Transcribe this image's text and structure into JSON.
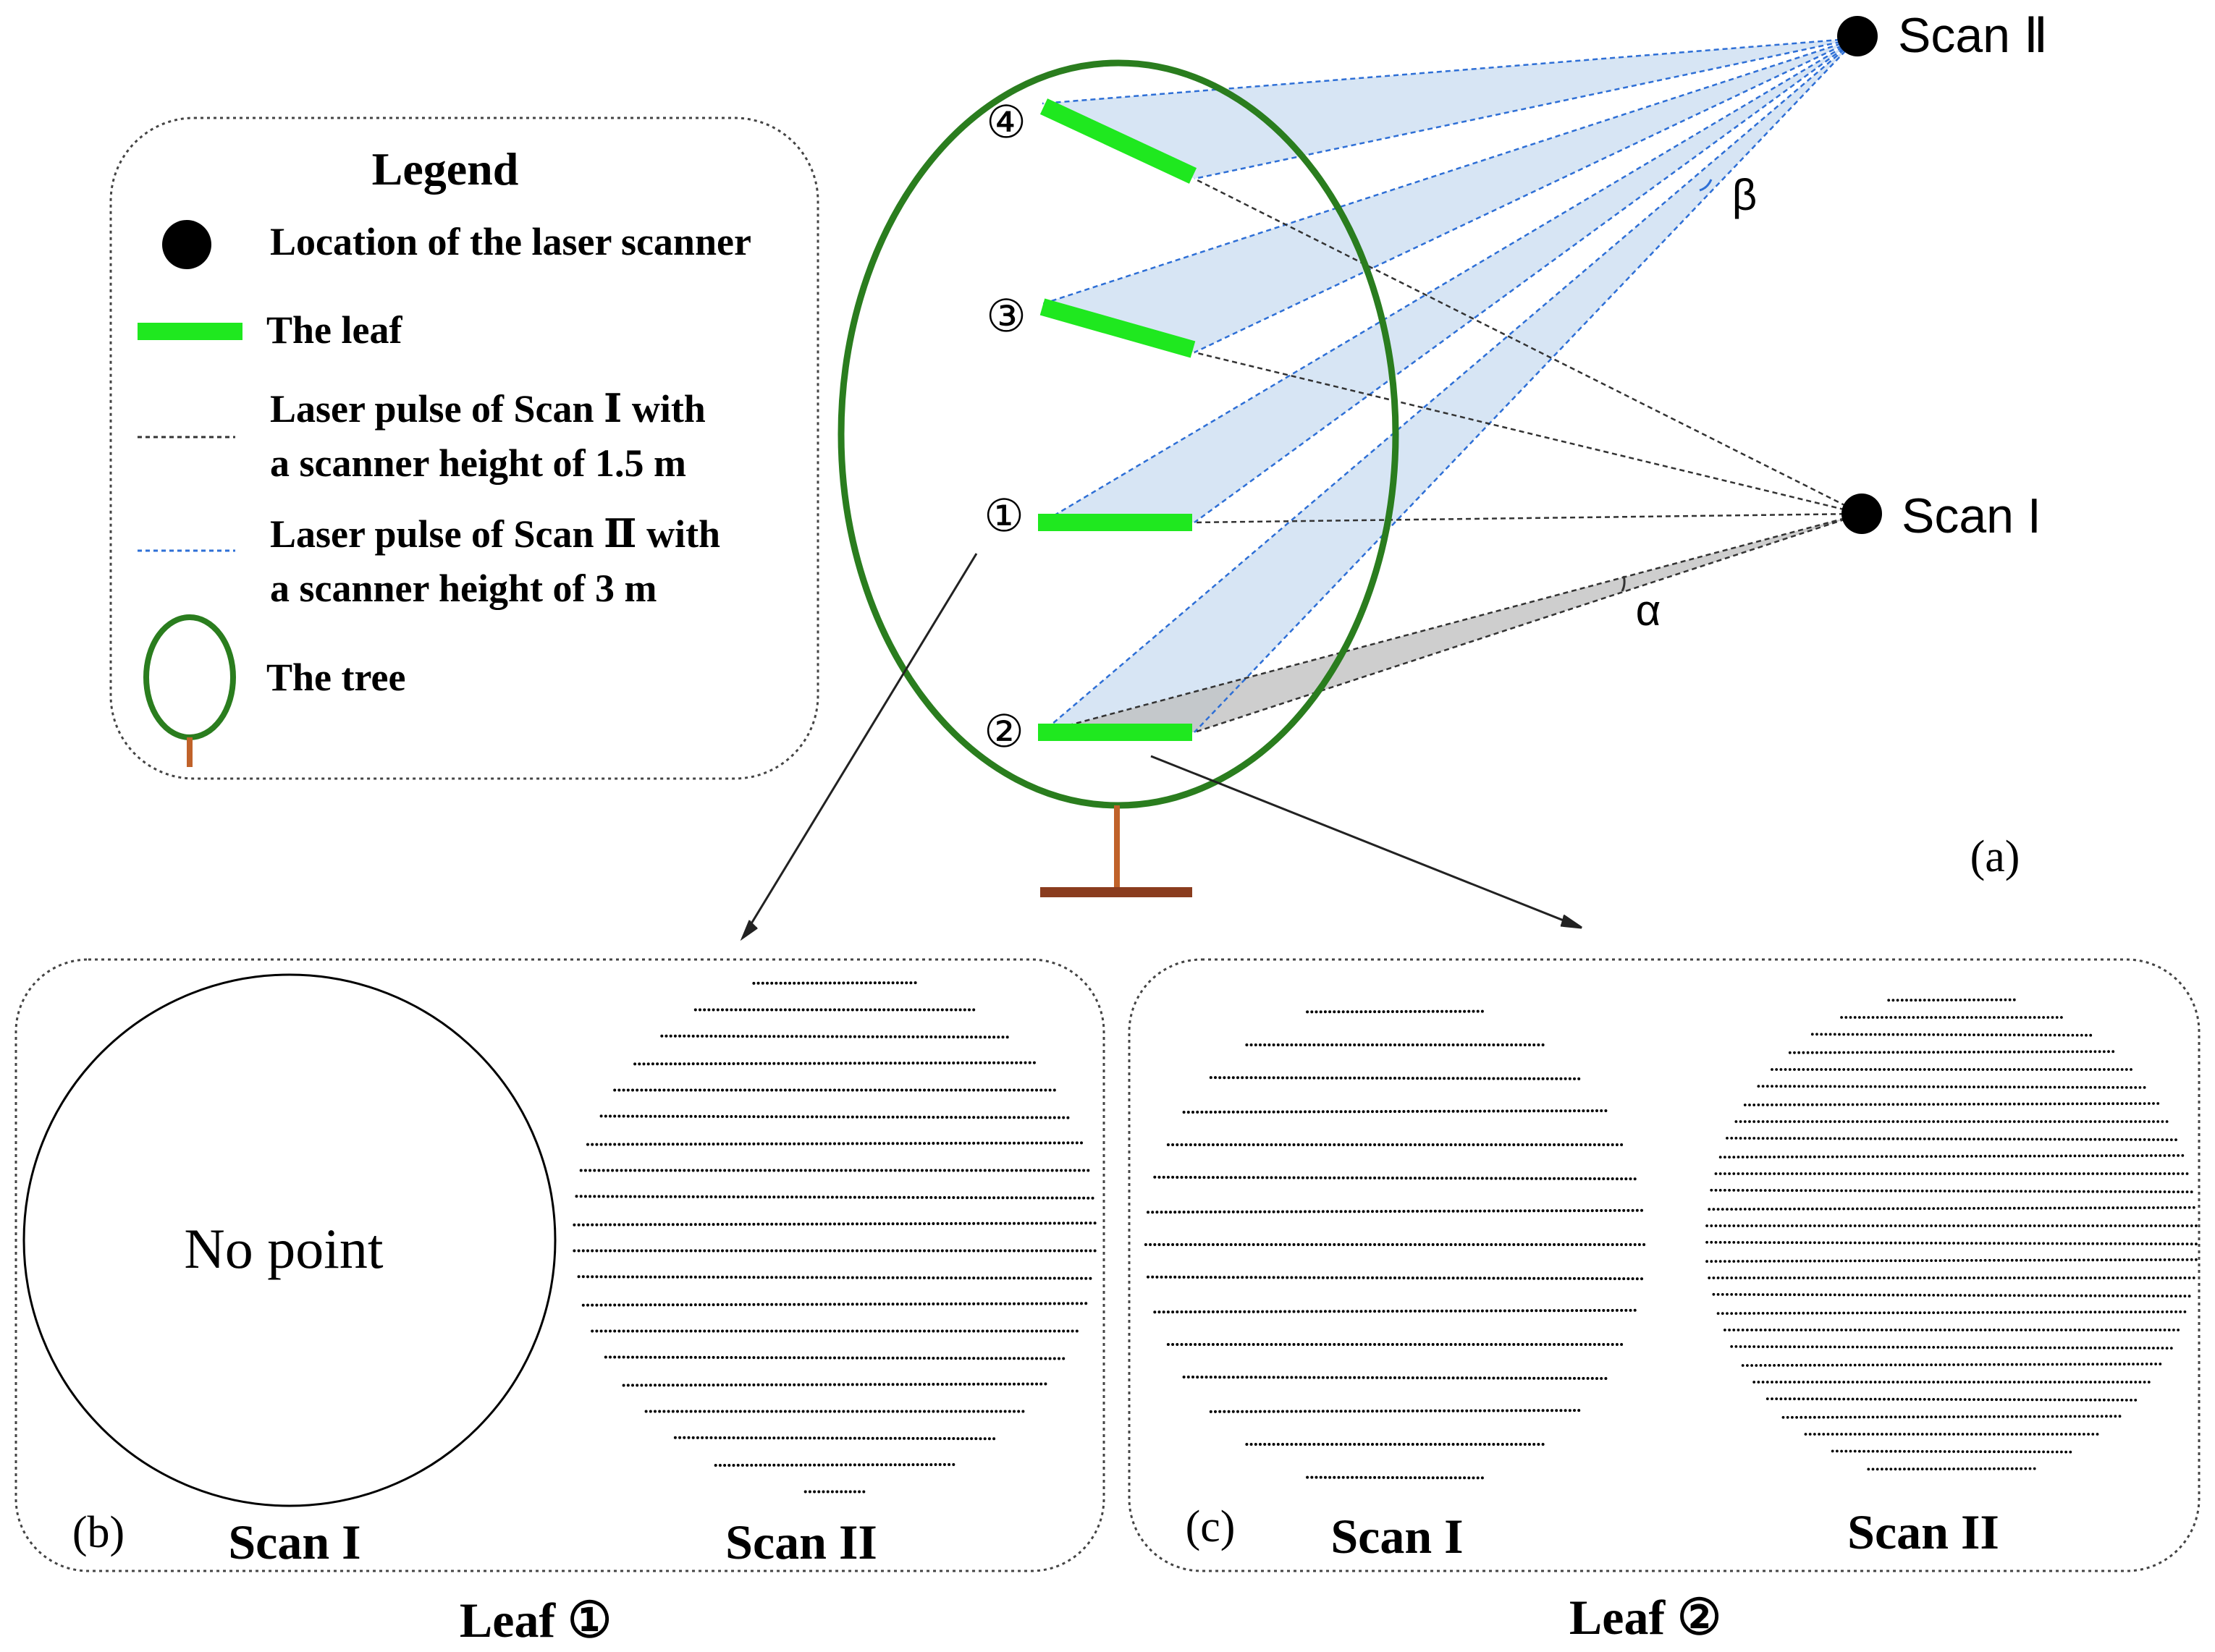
{
  "legend": {
    "title": "Legend",
    "items": [
      {
        "symbol": "scanner-dot",
        "lines": [
          "Location of the laser scanner"
        ]
      },
      {
        "symbol": "leaf-bar",
        "lines": [
          "The leaf"
        ]
      },
      {
        "symbol": "black-dashed-line",
        "lines": [
          "Laser pulse of Scan Ⅰ with",
          "a scanner height of 1.5 m"
        ]
      },
      {
        "symbol": "blue-dashed-line",
        "lines": [
          "Laser pulse of Scan Ⅱ with",
          "a scanner height of 3 m"
        ]
      },
      {
        "symbol": "tree-icon",
        "lines": [
          "The tree"
        ]
      }
    ]
  },
  "scene": {
    "scanner_top_label": "Scan Ⅱ",
    "scanner_bottom_label": "Scan I",
    "leaf_markers": [
      "①",
      "②",
      "③",
      "④"
    ],
    "angle_alpha": "α",
    "angle_beta": "β",
    "panel_label": "(a)"
  },
  "panel_b": {
    "label": "(b)",
    "left_caption": "Scan I",
    "right_caption": "Scan II",
    "empty_text": "No point",
    "footer": "Leaf ①"
  },
  "panel_c": {
    "label": "(c)",
    "left_caption": "Scan I",
    "right_caption": "Scan II",
    "footer": "Leaf ②"
  },
  "colors": {
    "tree_outline": "#2a7d1e",
    "leaf": "#1fe81f",
    "trunk": "#c0622a",
    "ground": "#8a3c1e",
    "scan2_line": "#2e6fd6",
    "scan2_fill": "#c9dcf0",
    "scan1_line": "#333333",
    "scan1_fill": "#c8c8c8"
  }
}
